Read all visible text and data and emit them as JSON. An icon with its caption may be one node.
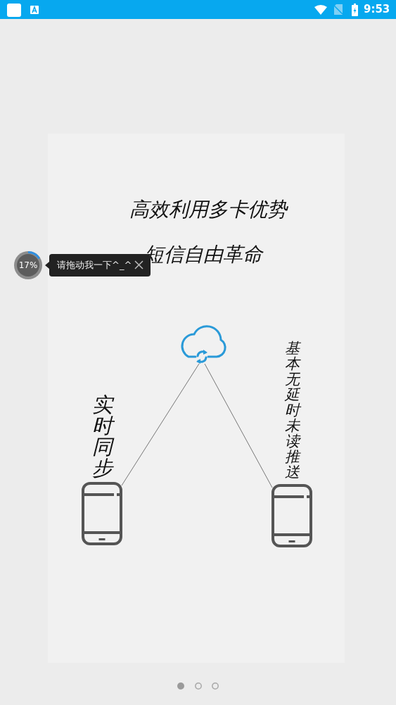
{
  "diagram": {
    "title": "高效利用多卡优势",
    "nodes": [
      {
        "text": [],
        "shape": "cloud"
      },
      {
        "text": [],
        "shape": "phone",
        "beside": [
          "实时同步"
        ]
      },
      {
        "text": [],
        "shape": "phone",
        "beside": [
          "基本无延时未读推送"
        ]
      }
    ],
    "edges": [
      {
        "from": 0,
        "to": 1,
        "arrow": "none"
      },
      {
        "from": 0,
        "to": 2,
        "arrow": "none"
      }
    ],
    "labels": [
      "9:53",
      "短信自由革命",
      "17%",
      "请拖动我一下^_^"
    ]
  }
}
